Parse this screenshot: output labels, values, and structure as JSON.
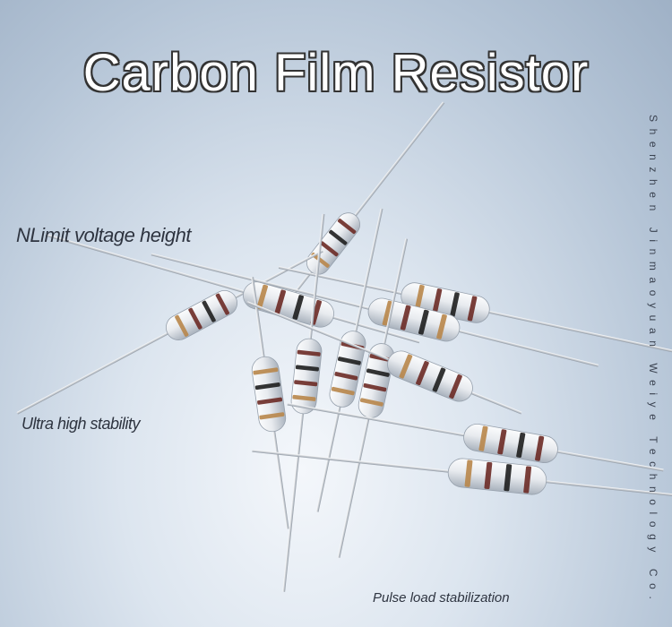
{
  "title": "Carbon Film Resistor",
  "captions": {
    "feature_1": "NLimit voltage height",
    "feature_2": "Ultra high stability",
    "feature_3": "Pulse load stabilization"
  },
  "company_vertical": "Shenzhen Jinmaoyuan Weiye Technology Co., LTD",
  "colors": {
    "background": "#b4c4d6",
    "resistor_body": "#e8ebef",
    "band_brown": "#6b2a25",
    "band_black": "#1e1e1e",
    "band_gold": "#b8864a"
  }
}
